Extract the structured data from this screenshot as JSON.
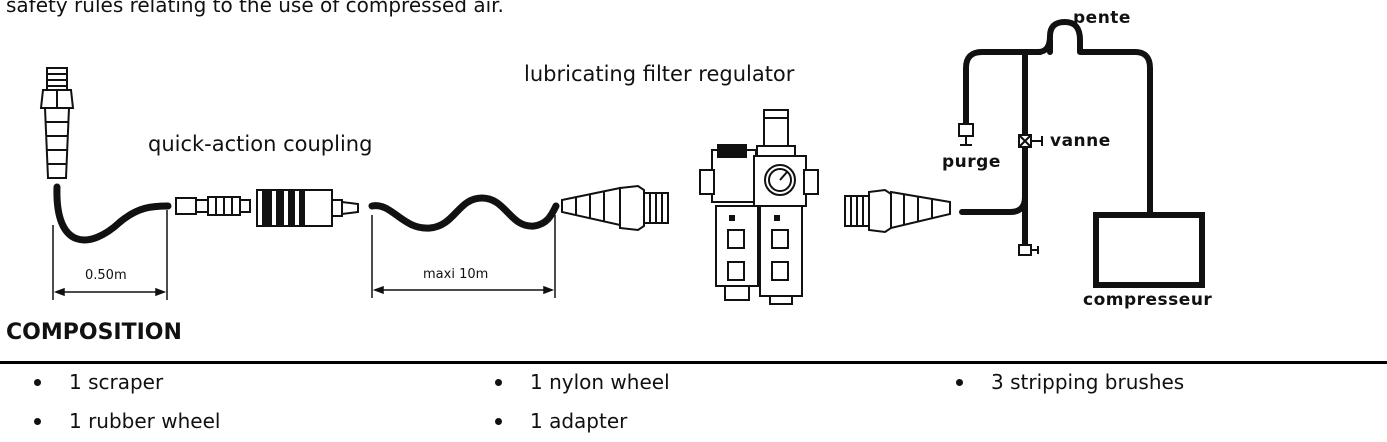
{
  "intro_text": "safety rules relating to the use of compressed air.",
  "diagram": {
    "labels": {
      "quick_action_coupling": "quick-action coupling",
      "lubricating_filter_regulator": "lubricating filter regulator",
      "dim_short": "0.50m",
      "dim_long": "maxi 10m",
      "pente": "pente",
      "purge": "purge",
      "vanne": "vanne",
      "compresseur": "compresseur"
    }
  },
  "composition": {
    "heading": "COMPOSITION",
    "columns": [
      [
        "1 scraper",
        "1 rubber wheel"
      ],
      [
        "1 nylon wheel",
        "1 adapter"
      ],
      [
        "3 stripping brushes"
      ]
    ]
  }
}
